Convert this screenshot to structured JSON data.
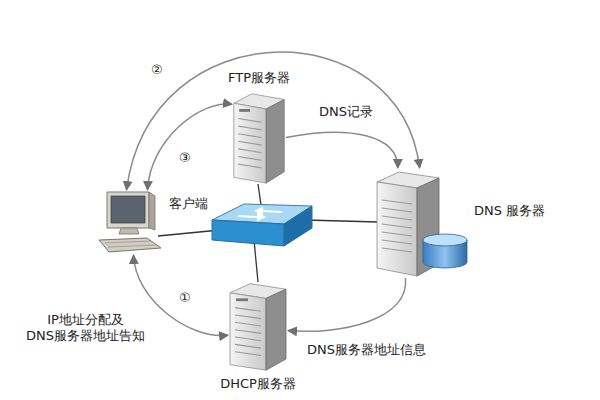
{
  "diagram": {
    "nodes": [
      {
        "text": [
          "FTP服务器"
        ]
      },
      {
        "text": [
          "客户端"
        ]
      },
      {
        "text": [
          "DNS 服务器"
        ]
      },
      {
        "text": [
          "DHCP服务器"
        ]
      }
    ],
    "edges": [
      {
        "from": 1,
        "to": 3,
        "label": "①",
        "arrow": "both"
      },
      {
        "from": 1,
        "to": 2,
        "label": "②",
        "arrow": "both"
      },
      {
        "from": 1,
        "to": 0,
        "label": "③",
        "arrow": "both"
      },
      {
        "from": 0,
        "to": 2,
        "label": "DNS记录",
        "arrow": "to"
      },
      {
        "from": 2,
        "to": 3,
        "label": "DNS服务器地址信息",
        "arrow": "to"
      }
    ],
    "labels": [
      "IP地址分配及 DNS服务器地址告知"
    ]
  }
}
